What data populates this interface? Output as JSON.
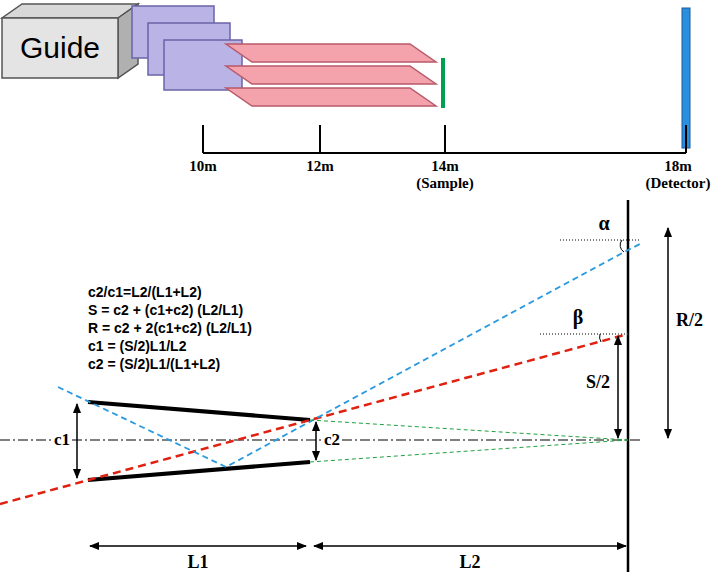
{
  "diagram": {
    "nodes": [
      {
        "text": [
          "Guide"
        ]
      }
    ],
    "labels": [
      "10m",
      "12m",
      "14m (Sample)",
      "18m (Detector)",
      "c2/c1=L2/(L1+L2)",
      "S = c2 + (c1+c2) (L2/L1)",
      "R = c2 + 2(c1+c2) (L2/L1)",
      "c1 = (S/2)L1/L2",
      "c2 = (S/2)L1/(L1+L2)",
      "α",
      "β",
      "R/2",
      "S/2",
      "c1",
      "c2",
      "L1",
      "L2"
    ]
  }
}
